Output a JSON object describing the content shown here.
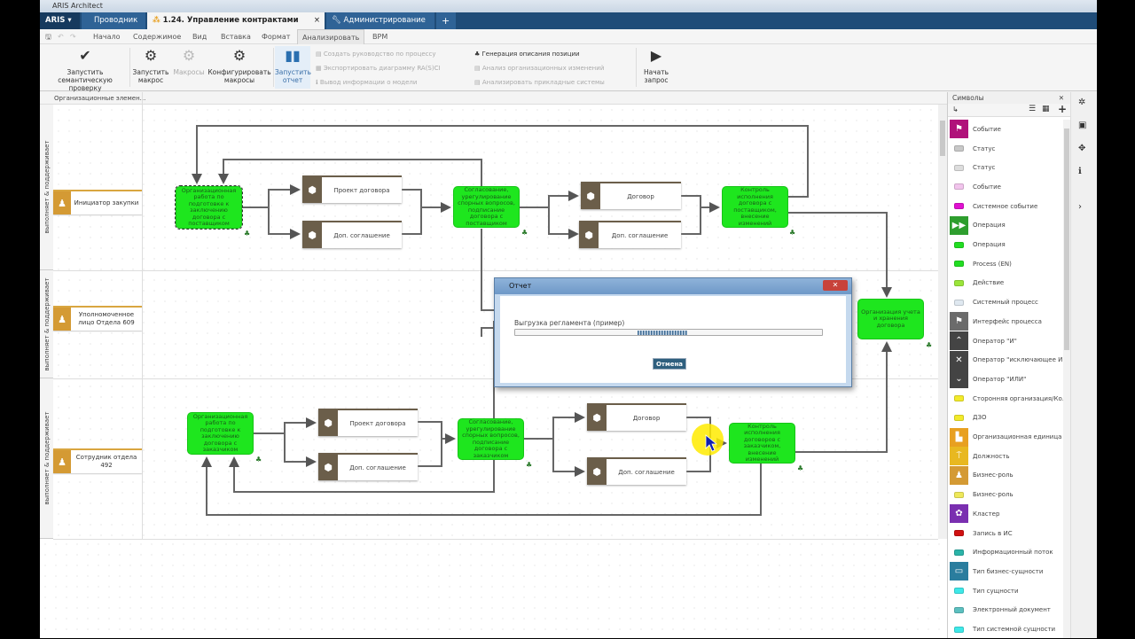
{
  "window": {
    "title": "ARIS Architect"
  },
  "tabs": [
    {
      "label": "ARIS ▾"
    },
    {
      "label": "Проводник"
    },
    {
      "label": "1.24. Управление контрактами"
    },
    {
      "label": "Администрирование"
    },
    {
      "label": "+"
    }
  ],
  "menu": [
    "Начало",
    "Содержимое",
    "Вид",
    "Вставка",
    "Формат",
    "Анализировать",
    "BPM"
  ],
  "ribbon": {
    "semantic_check": "Запустить семантическую проверку",
    "run_macro": "Запустить макрос",
    "macros": "Макросы",
    "config_macros": "Конфигурировать макросы",
    "run_report": "Запустить отчет",
    "small_items": [
      "Создать руководство по процессу",
      "Экспортировать диаграмму RA(S)CI",
      "Вывод информации о модели"
    ],
    "small_items2": [
      "Генерация описания позиции",
      "Анализ организационных изменений",
      "Анализировать прикладные системы"
    ],
    "start_query": "Начать запрос"
  },
  "canvas": {
    "column_header": "Организационные элемен...",
    "lanes": [
      "выполняет & поддерживает",
      "выполняет & поддерживает",
      "выполняет & поддерживает"
    ],
    "roles": [
      "Инициатор закупки",
      "Уполномоченное лицо Отдела 609",
      "Сотрудник отдела 492"
    ],
    "functions": [
      "Организационная работа по подготовке к заключению договора с поставщиком",
      "Согласование, урегулирование спорных вопросов, подписание договора с поставщиком",
      "Контроль исполнения договора с поставщиком, внесение изменений",
      "Организация учета и хранения договора",
      "Организационная работа по подготовке к заключению договора с заказчиком",
      "Согласование, урегулирование спорных вопросов, подписание договора с заказчиком",
      "Контроль исполнения договоров с заказчиком, внесение изменений"
    ],
    "documents": [
      "Проект договора",
      "Доп. соглашение",
      "Договор",
      "Доп. соглашение",
      "Проект договора",
      "Доп. соглашение",
      "Договор",
      "Доп. соглашение"
    ]
  },
  "dialog": {
    "title": "Отчет",
    "label": "Выгрузка регламента (пример)",
    "progress_percent": null,
    "cancel": "Отмена"
  },
  "symbols": {
    "title": "Символы",
    "items": [
      {
        "label": "Событие",
        "color": "#b0127a"
      },
      {
        "label": "Статус",
        "color": "#c8c8c8"
      },
      {
        "label": "Статус",
        "color": "#dddddd"
      },
      {
        "label": "Событие",
        "color": "#f1c4ec"
      },
      {
        "label": "Системное событие",
        "color": "#e010d0"
      },
      {
        "label": "Операция",
        "color": "#2e9e2e"
      },
      {
        "label": "Операция",
        "color": "#22dd22"
      },
      {
        "label": "Process (EN)",
        "color": "#22dd22"
      },
      {
        "label": "Действие",
        "color": "#9be53a"
      },
      {
        "label": "Системный процесс",
        "color": "#dfe8f0"
      },
      {
        "label": "Интерфейс процесса",
        "color": "#6b6b6b"
      },
      {
        "label": "Оператор \"И\"",
        "color": "#444444"
      },
      {
        "label": "Оператор \"исключающее И...",
        "color": "#444444"
      },
      {
        "label": "Оператор \"ИЛИ\"",
        "color": "#444444"
      },
      {
        "label": "Сторонняя организация/Ко...",
        "color": "#f2ea2a"
      },
      {
        "label": "ДЗО",
        "color": "#f2ea2a"
      },
      {
        "label": "Организационная единица",
        "color": "#e8a020"
      },
      {
        "label": "Должность",
        "color": "#e8b820"
      },
      {
        "label": "Бизнес-роль",
        "color": "#d49a34"
      },
      {
        "label": "Бизнес-роль",
        "color": "#eee85a"
      },
      {
        "label": "Кластер",
        "color": "#7a2fb0"
      },
      {
        "label": "Запись в ИС",
        "color": "#d01010"
      },
      {
        "label": "Информационный поток",
        "color": "#2bb3a8"
      },
      {
        "label": "Тип бизнес-сущности",
        "color": "#2a7d9e"
      },
      {
        "label": "Тип сущности",
        "color": "#3ee8e8"
      },
      {
        "label": "Электронный документ",
        "color": "#5cc0c0"
      },
      {
        "label": "Тип системной сущности",
        "color": "#3ee8e8"
      }
    ]
  }
}
